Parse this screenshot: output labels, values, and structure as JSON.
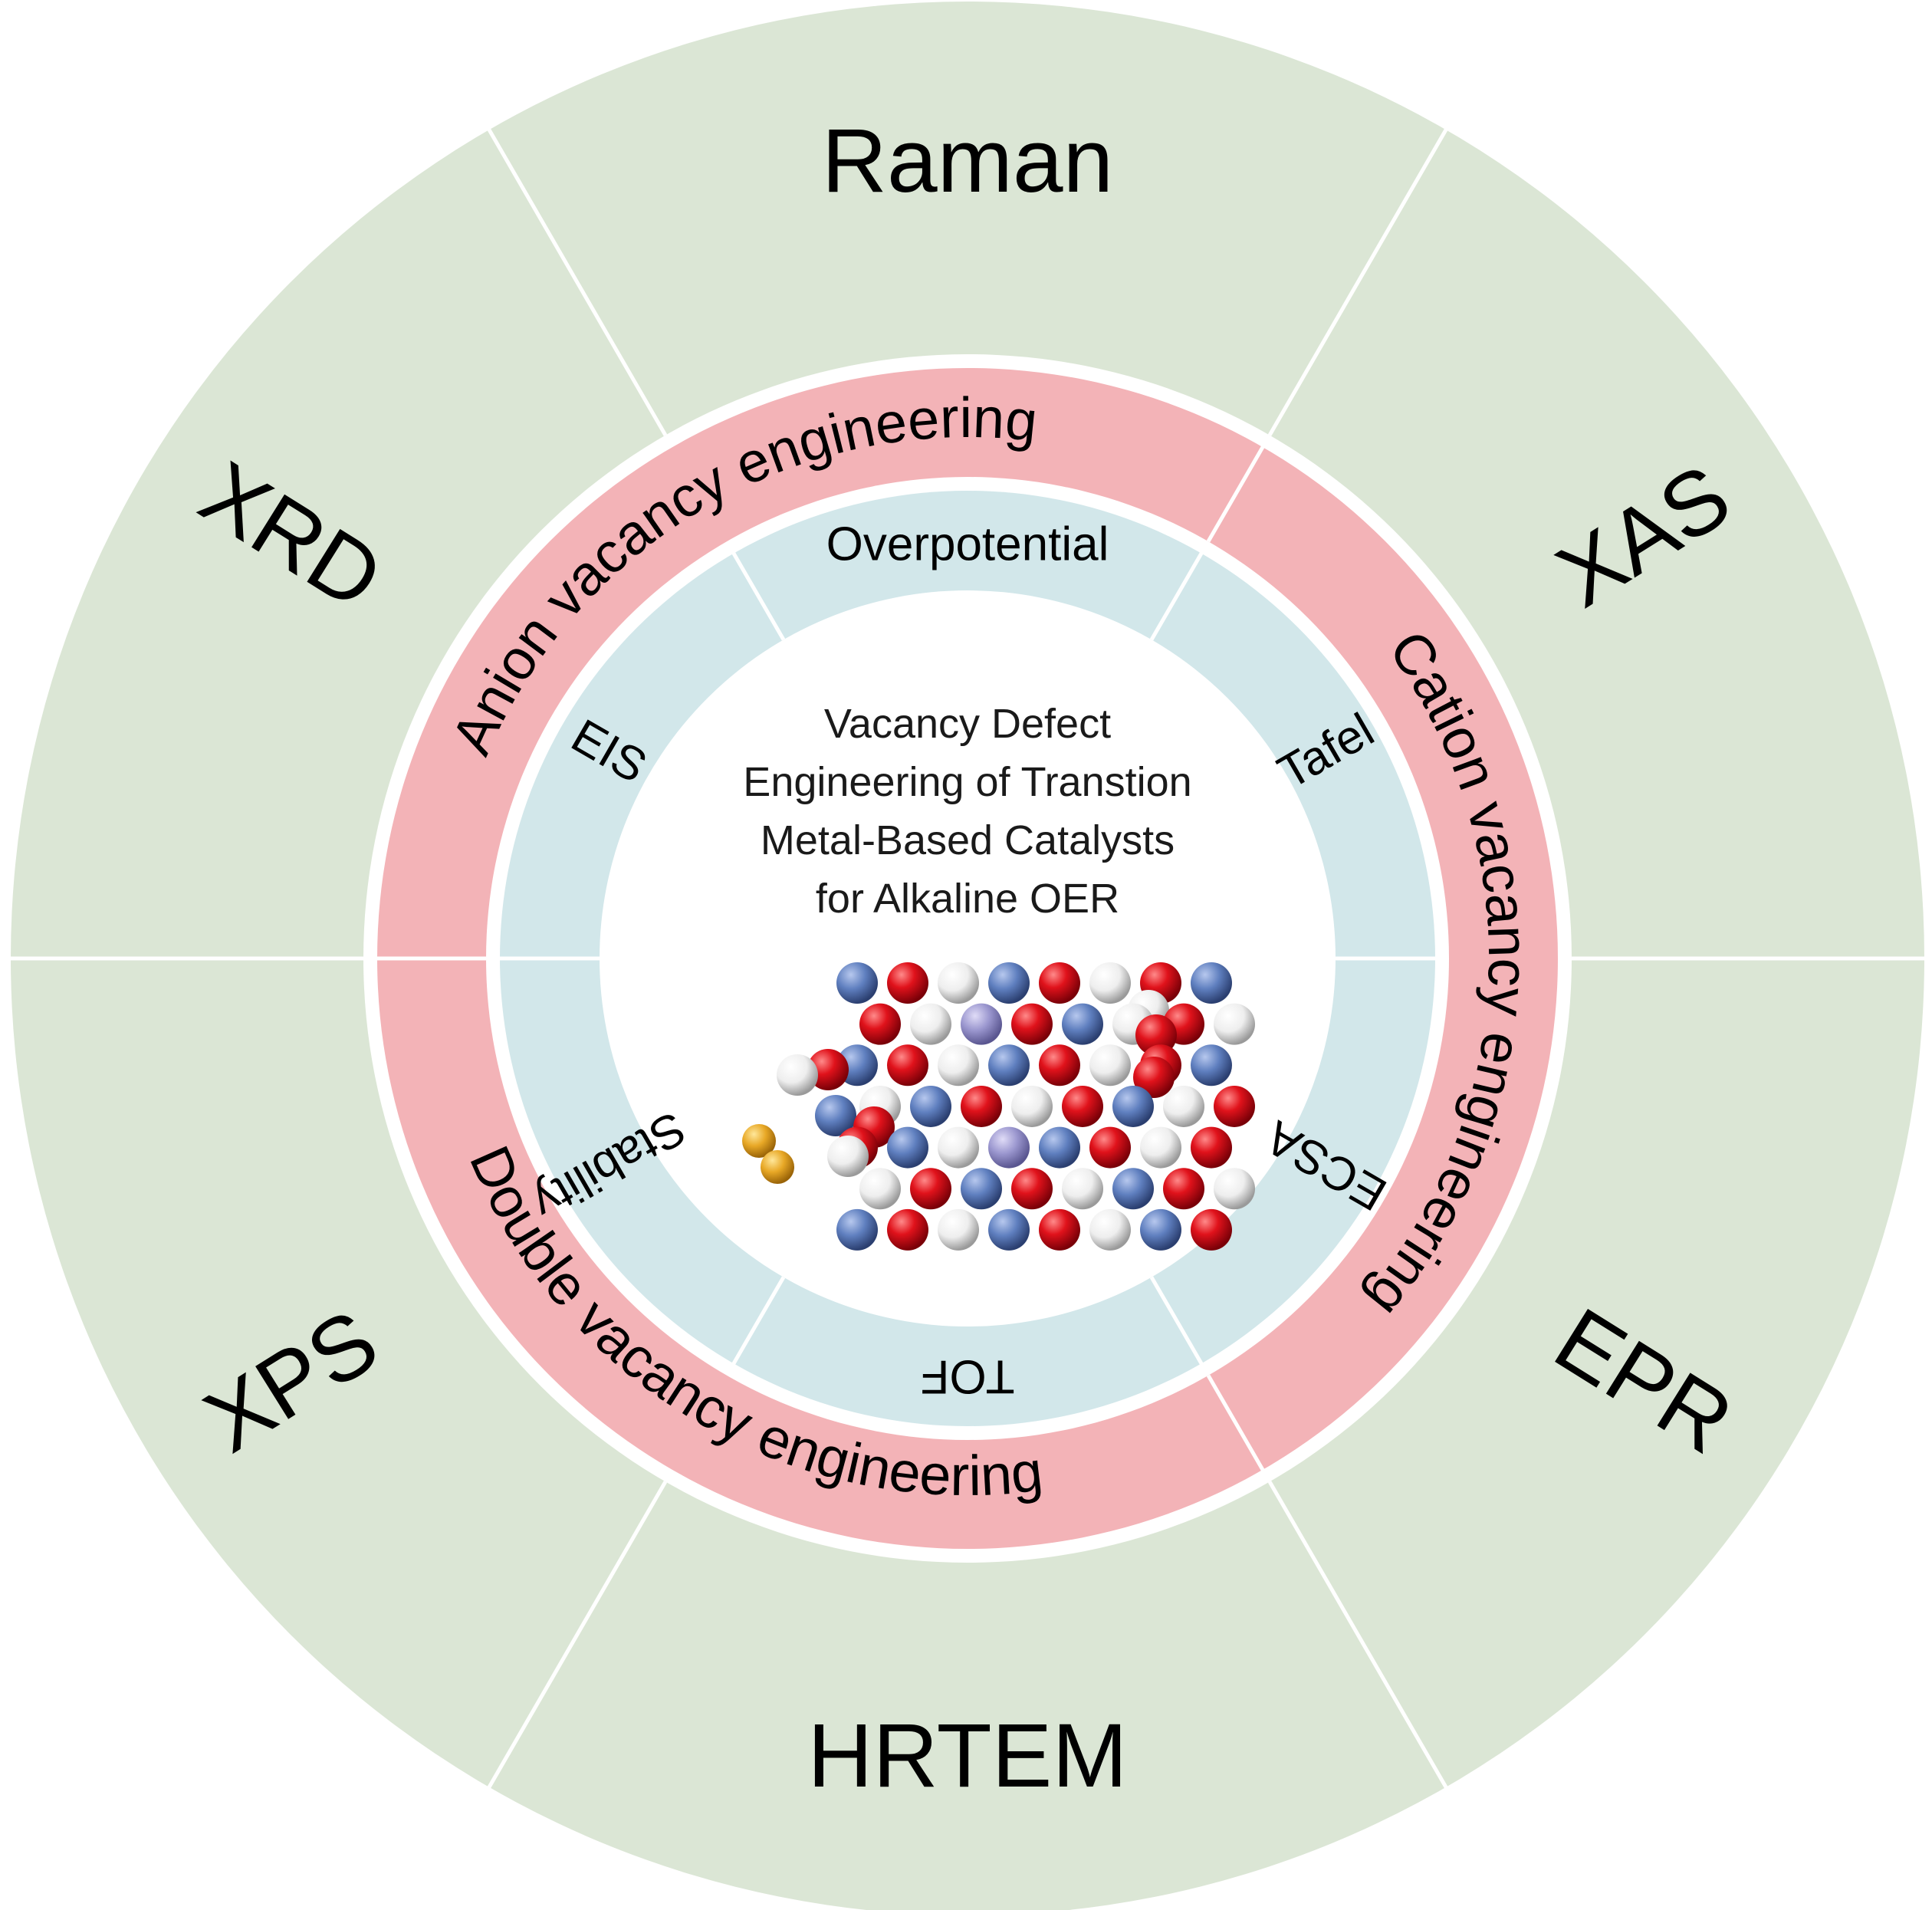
{
  "center": {
    "title_lines": [
      "Vacancy Defect",
      "Engineering of Transtion",
      "Metal-Based Catalysts",
      "for Alkaline OER"
    ]
  },
  "rings": {
    "outer": {
      "color": "#dbe6d5",
      "labels": [
        "Raman",
        "XAS",
        "EPR",
        "HRTEM",
        "XPS",
        "XRD"
      ]
    },
    "middle": {
      "color": "#f3b3b7",
      "labels": [
        "Anion vacancy engineering",
        "Cation vacancy engineering",
        "Double vacancy engineering"
      ]
    },
    "inner": {
      "color": "#d2e7ea",
      "labels": [
        "Overpotential",
        "Tafel",
        "ECSA",
        "TOF",
        "Stability",
        "EIS"
      ]
    }
  },
  "molecule": {
    "colors": {
      "oxygen": "#e0121b",
      "hydrogen": "#f2f2f2",
      "metal": "#5f7fbf",
      "dopant": "#9b97cf",
      "gold": "#e8a826"
    }
  }
}
